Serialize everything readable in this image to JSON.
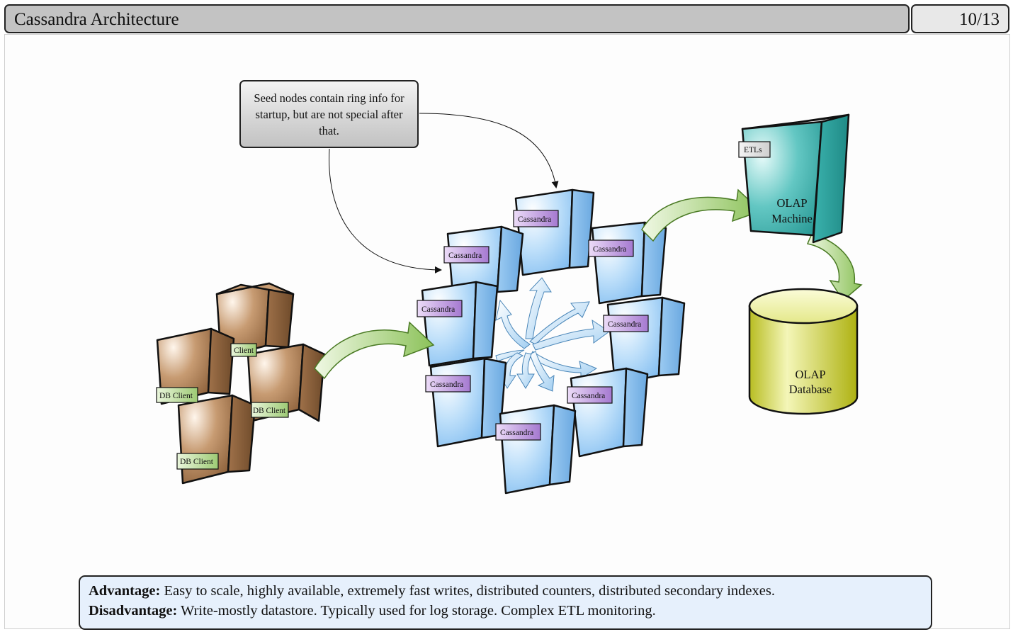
{
  "header": {
    "title": "Cassandra Architecture",
    "page_indicator": "10/13"
  },
  "callout": {
    "text": "Seed nodes contain ring info for startup, but are not special after that."
  },
  "nodes": {
    "cassandra_label": "Cassandra",
    "db_client_label": "DB Client",
    "db_client_partial_1": "Client",
    "db_client_partial_2": "DB Client",
    "olap_machine_line1": "OLAP",
    "olap_machine_line2": "Machine",
    "etl_tag": "ETLs",
    "olap_db_line1": "OLAP",
    "olap_db_line2": "Database"
  },
  "footer": {
    "advantage_label": "Advantage:",
    "advantage_text": " Easy to scale, highly available, extremely fast writes, distributed counters, distributed secondary indexes.",
    "disadvantage_label": "Disadvantage:",
    "disadvantage_text": " Write-mostly datastore. Typically used for log storage. Complex ETL monitoring."
  },
  "colors": {
    "cassandra_body": "#a8d4f6",
    "cassandra_tag": "#b68fd8",
    "client_body": "#a87a52",
    "client_tag": "#aed48a",
    "olap_machine": "#4ab8b4",
    "olap_db": "#c4c838",
    "flow_arrow": "#9ccc68",
    "gossip_arrow": "#b6daf4"
  }
}
